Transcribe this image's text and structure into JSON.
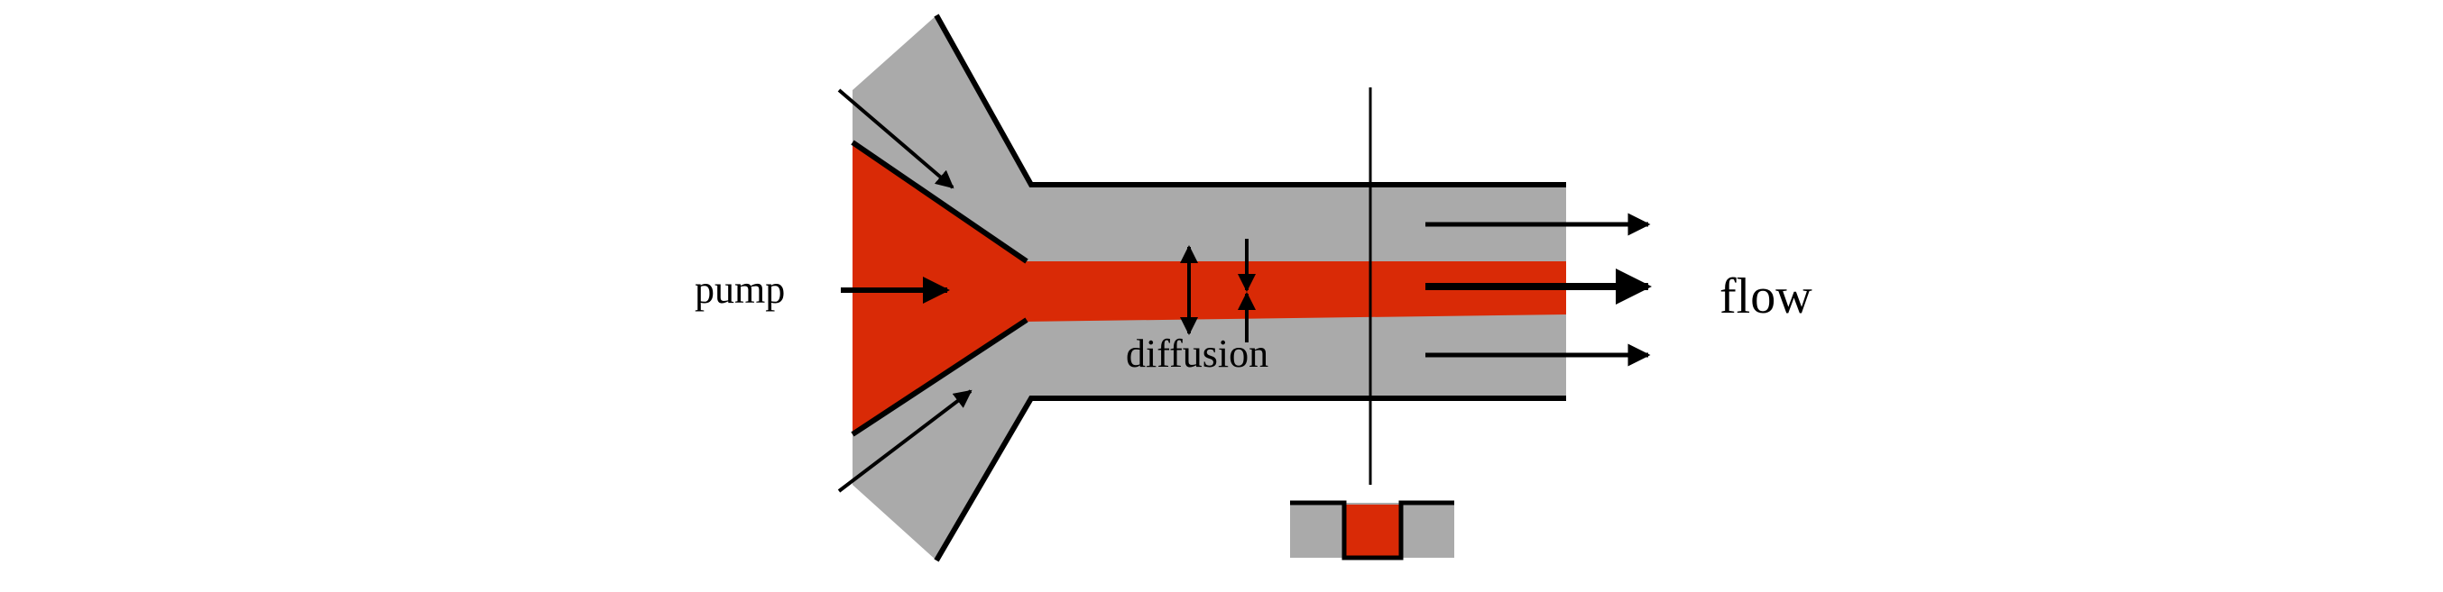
{
  "labels": {
    "pump": "pump",
    "diffusion": "diffusion",
    "flow": "flow"
  },
  "colors": {
    "channel_fill": "#aaaaaa",
    "red_stream": "#d92a06",
    "line": "#000000",
    "background": "#ffffff"
  }
}
